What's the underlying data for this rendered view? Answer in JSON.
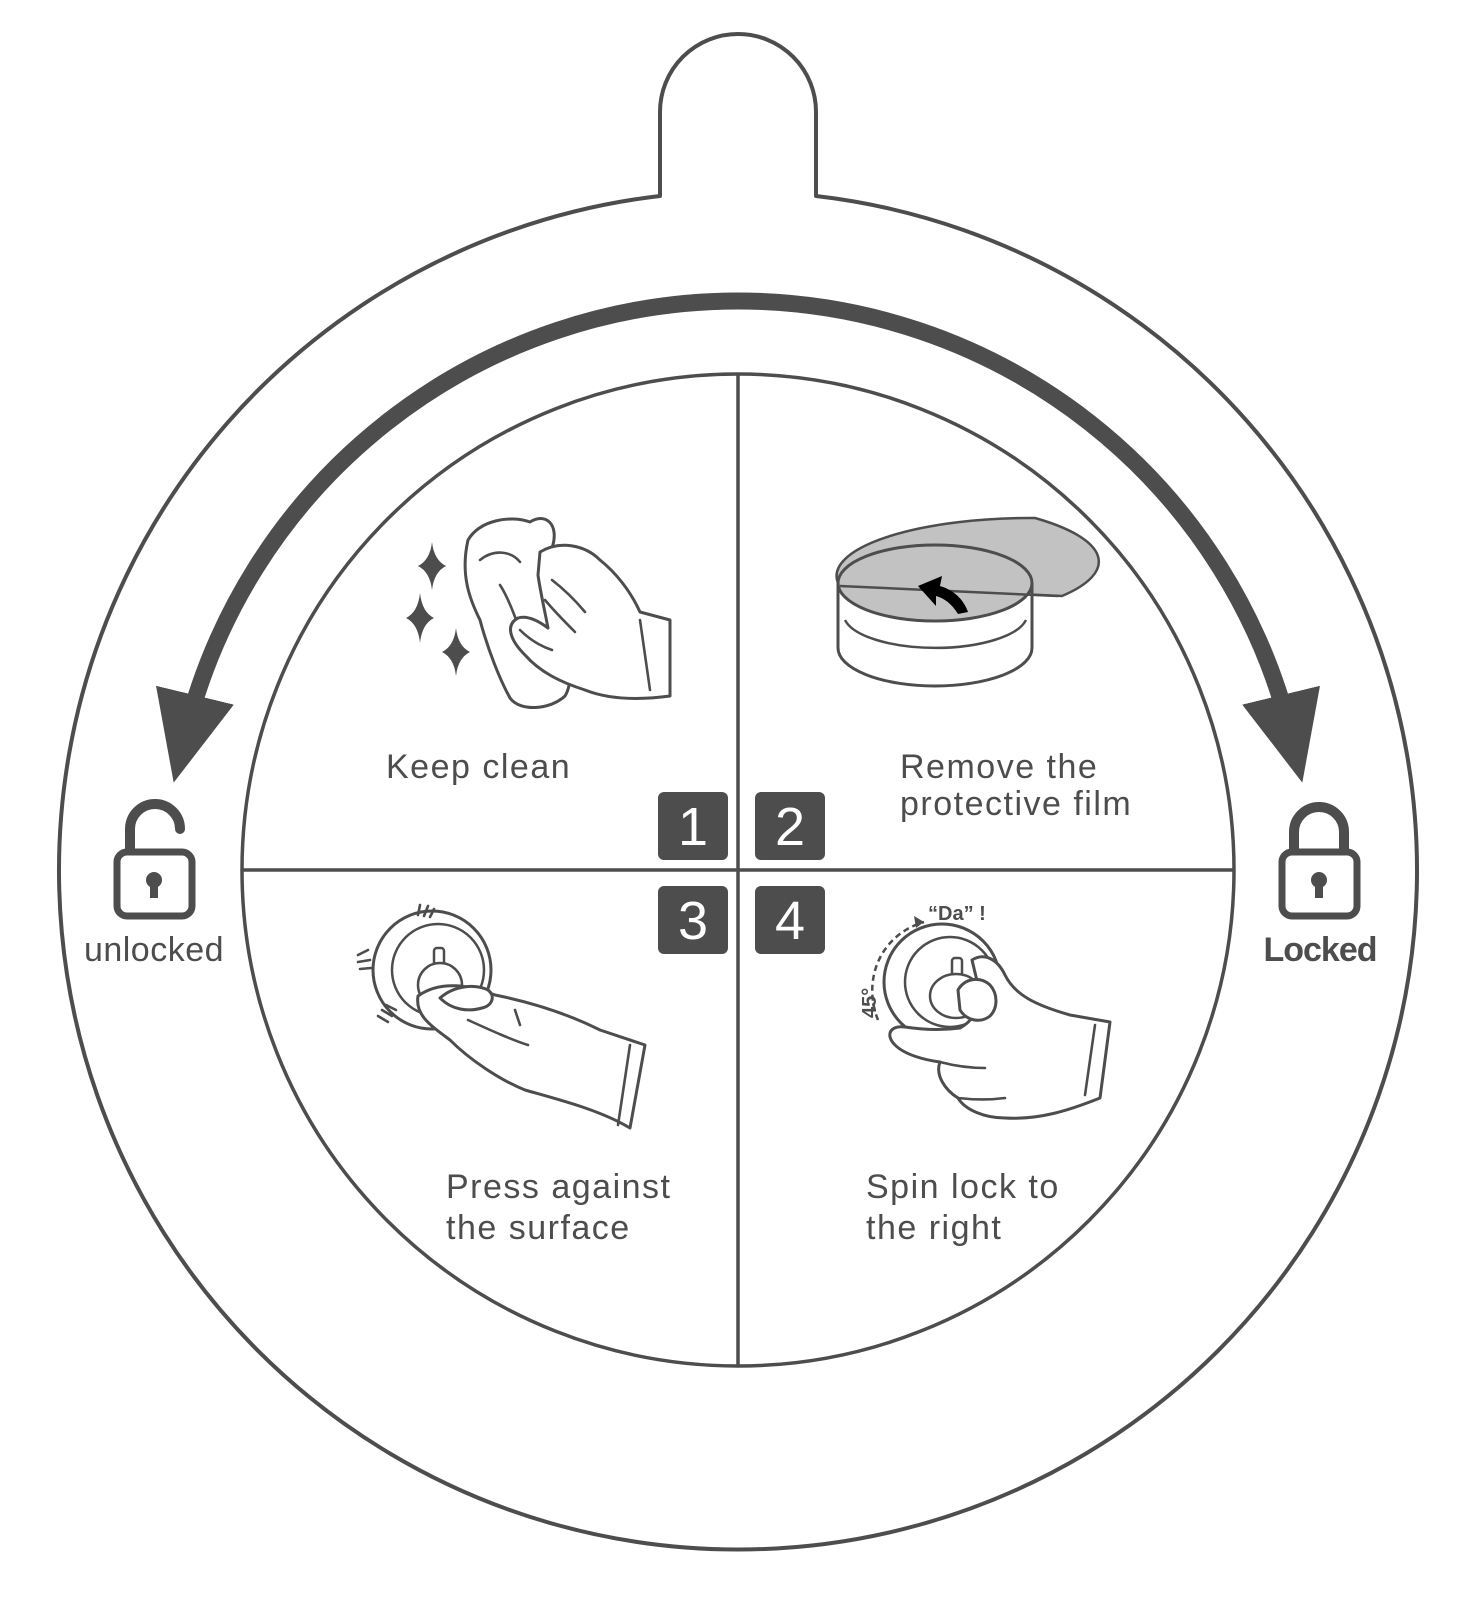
{
  "colors": {
    "stroke": "#4d4d4d",
    "badge": "#4d4d4d",
    "film": "#c2c2c2",
    "background": "#ffffff"
  },
  "lock_states": {
    "left": {
      "label": "unlocked",
      "icon": "open-padlock-icon"
    },
    "right": {
      "label": "Locked",
      "icon": "closed-padlock-icon"
    }
  },
  "steps": [
    {
      "number": "1",
      "label_lines": [
        "Keep clean"
      ],
      "icon": "hand-wiping-icon"
    },
    {
      "number": "2",
      "label_lines": [
        "Remove the",
        "protective film"
      ],
      "icon": "peel-film-icon"
    },
    {
      "number": "3",
      "label_lines": [
        "Press against",
        "the surface"
      ],
      "icon": "hand-pressing-icon"
    },
    {
      "number": "4",
      "label_lines": [
        "Spin lock to",
        "the right"
      ],
      "icon": "hand-turning-icon"
    }
  ],
  "annotations": {
    "sound": "“Da”  !",
    "angle": "45°"
  }
}
